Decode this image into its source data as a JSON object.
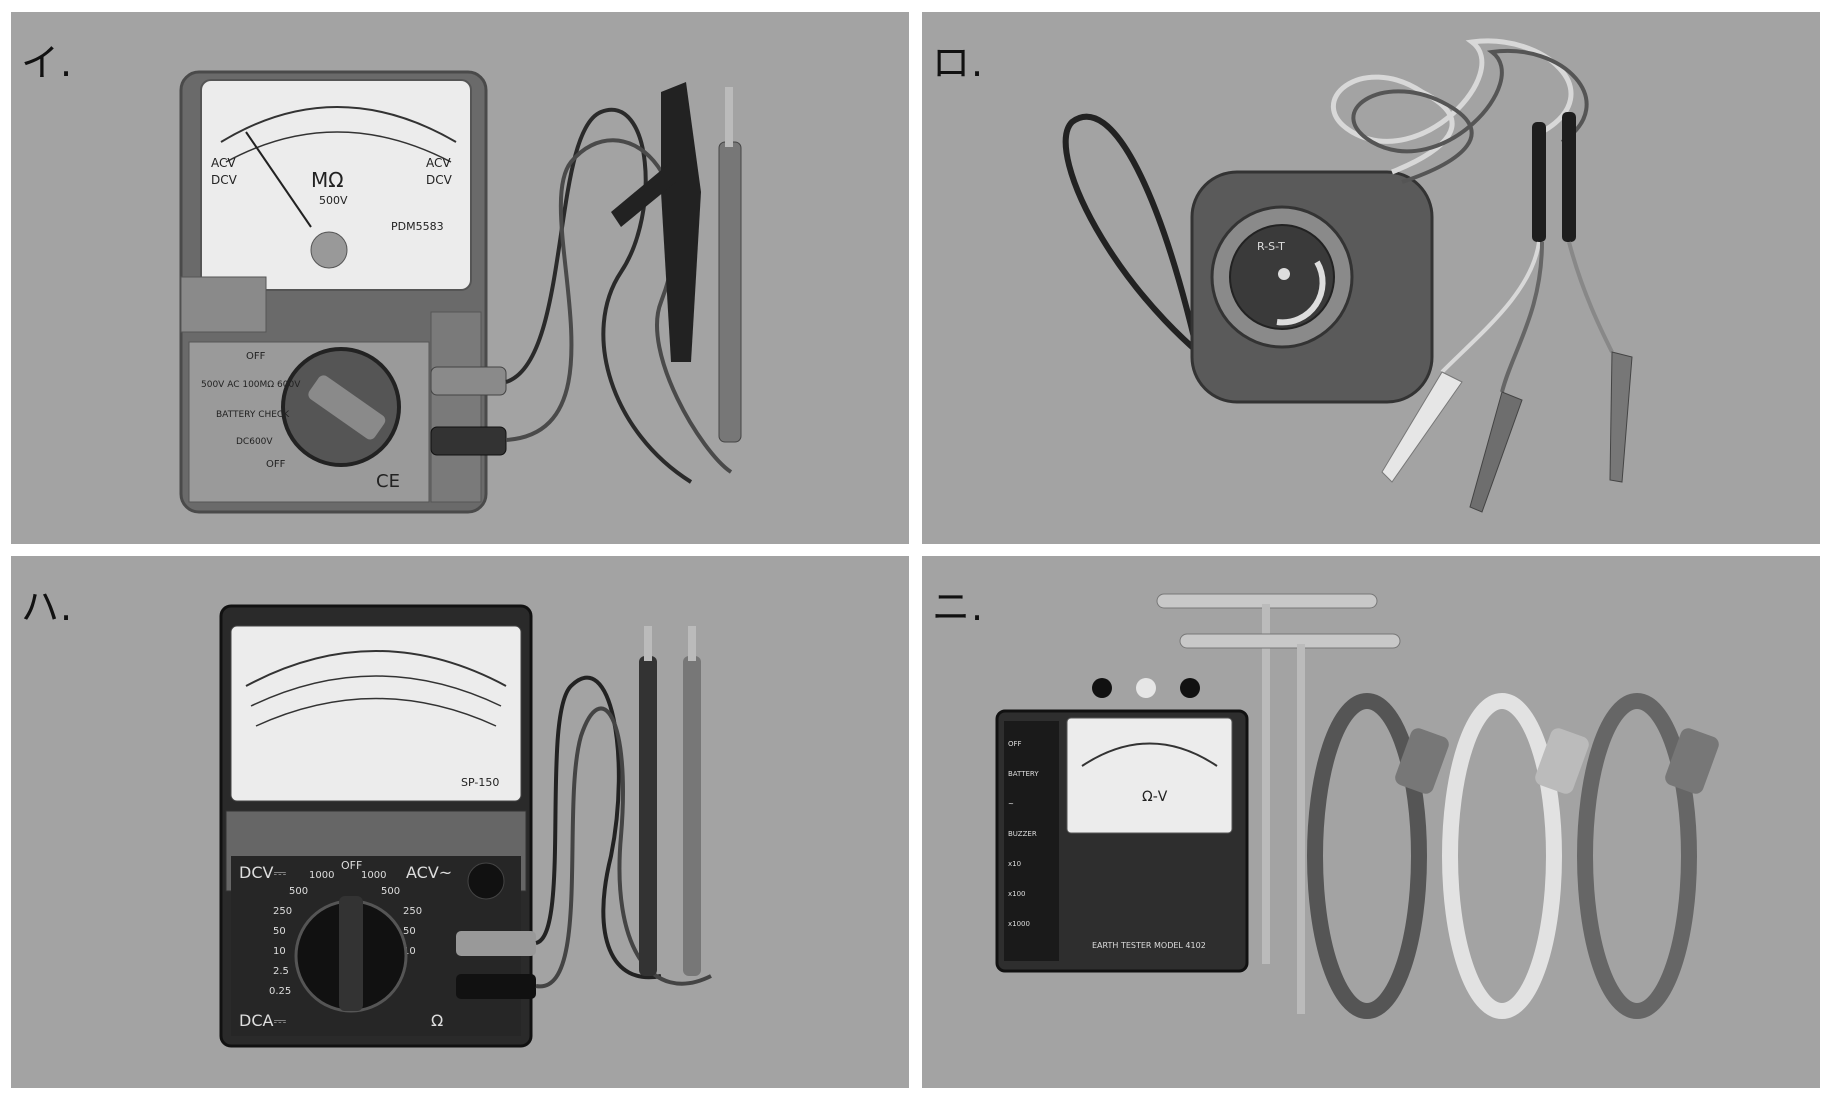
{
  "panels": [
    {
      "label": "イ.",
      "meter": {
        "unit": "MΩ",
        "voltage": "500V",
        "model": "PDM5583",
        "left_marks": [
          "ACV",
          "DCV"
        ],
        "right_marks": [
          "ACV",
          "DCV"
        ],
        "modes": [
          "OFF",
          "500V AC 100MΩ 600V",
          "BATTERY CHECK",
          "DC600V",
          "OFF"
        ],
        "badge": "CE"
      }
    },
    {
      "label": "ロ.",
      "device": {
        "dial": "R-S-T"
      }
    },
    {
      "label": "ハ.",
      "meter": {
        "model": "SP-150",
        "dial_off": "OFF",
        "left_top": "DCV⎓",
        "right_top": "ACV~",
        "left_bottom": "DCA⎓",
        "right_bottom": "Ω",
        "left_scale": [
          "250",
          "50",
          "10",
          "2.5",
          "0.25"
        ],
        "right_scale": [
          "250",
          "50",
          "10"
        ],
        "top_scale": [
          "500",
          "1000",
          "1000",
          "500"
        ]
      }
    },
    {
      "label": "ニ.",
      "tester": {
        "scale": "Ω-V",
        "name": "EARTH TESTER MODEL 4102",
        "buttons": [
          "OFF",
          "BATTERY",
          "~",
          "BUZZER",
          "x10",
          "x100",
          "x1000"
        ]
      }
    }
  ]
}
